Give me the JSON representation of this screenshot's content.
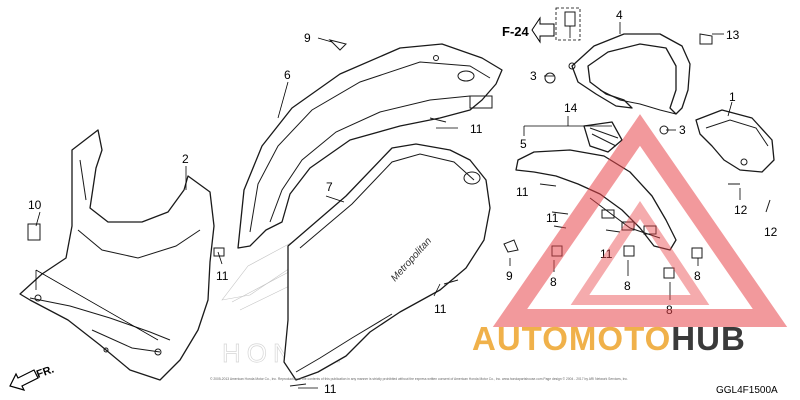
{
  "diagram": {
    "page_ref": "F-24",
    "code": "GGL4F1500A",
    "direction": "FR.",
    "copyright": "© 2005-2013 American Honda Motor Co., Inc. Reproduction of the contents of this publication in any manner is strictly prohibited without the express written consent of American Honda Motor Co., Inc. www.hondapartshouse.com  Page design © 2004 - 2017 by ARI Network Services, Inc.",
    "callouts": {
      "c1": "1",
      "c2": "2",
      "c3": "3",
      "c3b": "3",
      "c4": "4",
      "c5": "5",
      "c6": "6",
      "c7": "7",
      "c8a": "8",
      "c8b": "8",
      "c8c": "8",
      "c8d": "8",
      "c9a": "9",
      "c9b": "9",
      "c10": "10",
      "c11a": "11",
      "c11b": "11",
      "c11c": "11",
      "c11d": "11",
      "c11e": "11",
      "c11f": "11",
      "c11g": "11",
      "c12a": "12",
      "c12b": "12",
      "c13": "13",
      "c14": "14"
    }
  },
  "watermark": {
    "brand_auto": "AUTO",
    "brand_moto": "MOTO",
    "brand_hub": "HUB",
    "color_primary": "#f0b14a",
    "color_accent": "#e8454a",
    "color_dark": "#3a3a3a"
  },
  "ghost_logo": "HONDA"
}
